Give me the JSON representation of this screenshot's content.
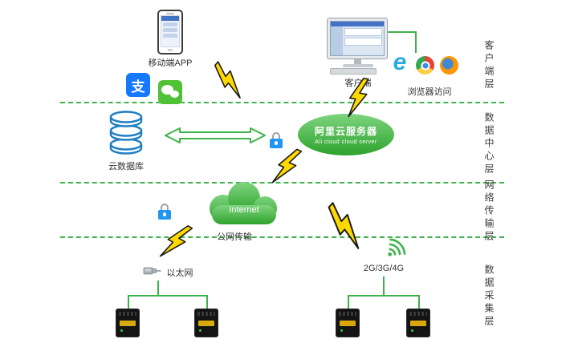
{
  "colors": {
    "green": "#3cb44a",
    "bolt-yellow": "#ffd800",
    "db-blue": "#1f7fc4",
    "lock-blue": "#2196f3",
    "alipay-blue": "#1677ff",
    "wechat-green": "#4ec234",
    "cloud-green-light": "#7ed47e",
    "cloud-green-dark": "#2da22d"
  },
  "side_labels": [
    {
      "text": "客户端层"
    },
    {
      "text": "数据中心层"
    },
    {
      "text": "网络传输层"
    },
    {
      "text": "数据采集层"
    }
  ],
  "nodes": {
    "mobile_app": "移动端APP",
    "client_pc": "客户端",
    "browser_access": "浏览器访问",
    "cloud_db": "云数据库",
    "ali_cloud_cn": "阿里云服务器",
    "ali_cloud_en": "Ali cloud  cloud server",
    "internet": "Internet",
    "public_transmission": "公网传输",
    "ethernet": "以太网",
    "cellular": "2G/3G/4G"
  },
  "icons": {
    "alipay_glyph": "支",
    "ie_glyph": "e"
  }
}
